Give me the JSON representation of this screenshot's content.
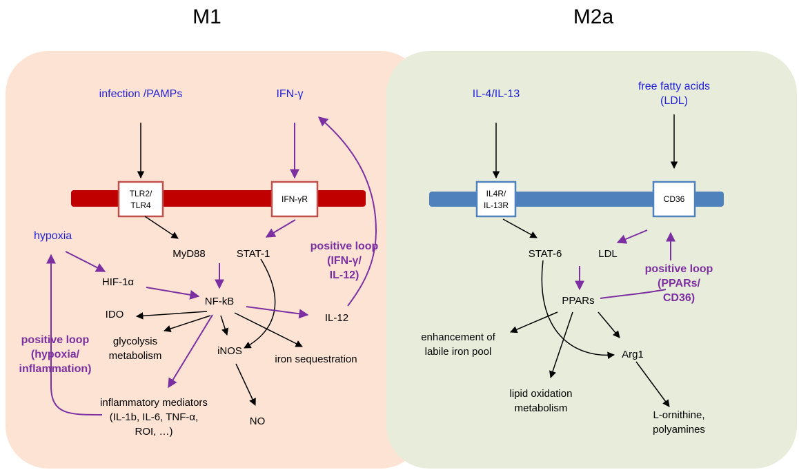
{
  "titles": {
    "m1": "M1",
    "m2a": "M2a"
  },
  "m1": {
    "stimuli": {
      "infection": "infection /PAMPs",
      "ifng": "IFN-γ",
      "hypoxia": "hypoxia"
    },
    "receptors": {
      "tlr_line1": "TLR2/",
      "tlr_line2": "TLR4",
      "ifngr": "IFN-γR"
    },
    "nodes": {
      "myd88": "MyD88",
      "stat1": "STAT-1",
      "hif1a": "HIF-1α",
      "nfkb": "NF-kB",
      "ido": "IDO",
      "il12": "IL-12",
      "glyco_1": "glycolysis",
      "glyco_2": "metabolism",
      "inos": "iNOS",
      "iron_seq": "iron sequestration",
      "infl_1": "inflammatory mediators",
      "infl_2": "(IL-1b, IL-6, TNF-α,",
      "infl_3": "ROI, …)",
      "no": "NO"
    },
    "loops": {
      "ifng_1": "positive loop",
      "ifng_2": "(IFN-γ/",
      "ifng_3": "IL-12)",
      "hyp_1": "positive loop",
      "hyp_2": "(hypoxia/",
      "hyp_3": "inflammation)"
    }
  },
  "m2a": {
    "stimuli": {
      "il4": "IL-4/IL-13",
      "ffa_1": "free fatty acids",
      "ffa_2": "(LDL)"
    },
    "receptors": {
      "il4r_line1": "IL4R/",
      "il4r_line2": "IL-13R",
      "cd36": "CD36"
    },
    "nodes": {
      "stat6": "STAT-6",
      "ldl": "LDL",
      "ppars": "PPARs",
      "iron_1": "enhancement of",
      "iron_2": "labile iron pool",
      "arg1": "Arg1",
      "lipid_1": "lipid oxidation",
      "lipid_2": "metabolism",
      "orn_1": "L-ornithine,",
      "orn_2": "polyamines"
    },
    "loops": {
      "l1": "positive loop",
      "l2": "(PPARs/",
      "l3": "CD36)"
    }
  },
  "colors": {
    "m1_background": "#fde3d3",
    "m2a_background": "#e8ecdb",
    "m1_membrane": "#c00000",
    "m2a_membrane": "#4f81bd",
    "stimulus_text": "#1f1fd8",
    "positive_loop": "#7b2fa0"
  }
}
